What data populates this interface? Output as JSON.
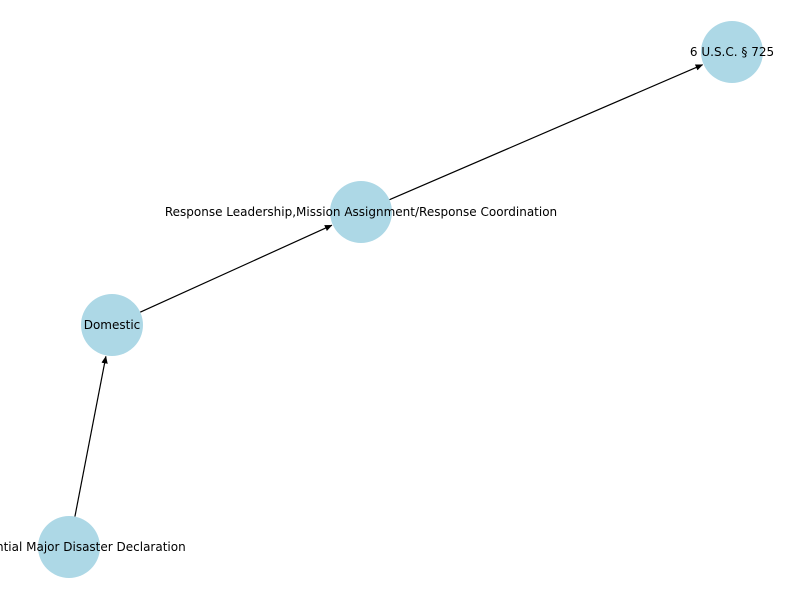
{
  "colors": {
    "node_fill": "#add8e6",
    "edge": "#000000",
    "label": "#000000",
    "background": "#ffffff"
  },
  "nodes": [
    {
      "id": "n1",
      "label": "Presidential Major Disaster Declaration"
    },
    {
      "id": "n2",
      "label": "Domestic"
    },
    {
      "id": "n3",
      "label": "Response Leadership,Mission Assignment/Response Coordination"
    },
    {
      "id": "n4",
      "label": "6 U.S.C. § 725"
    }
  ],
  "edges": [
    {
      "from": "n1",
      "to": "n2"
    },
    {
      "from": "n2",
      "to": "n3"
    },
    {
      "from": "n3",
      "to": "n4"
    }
  ]
}
